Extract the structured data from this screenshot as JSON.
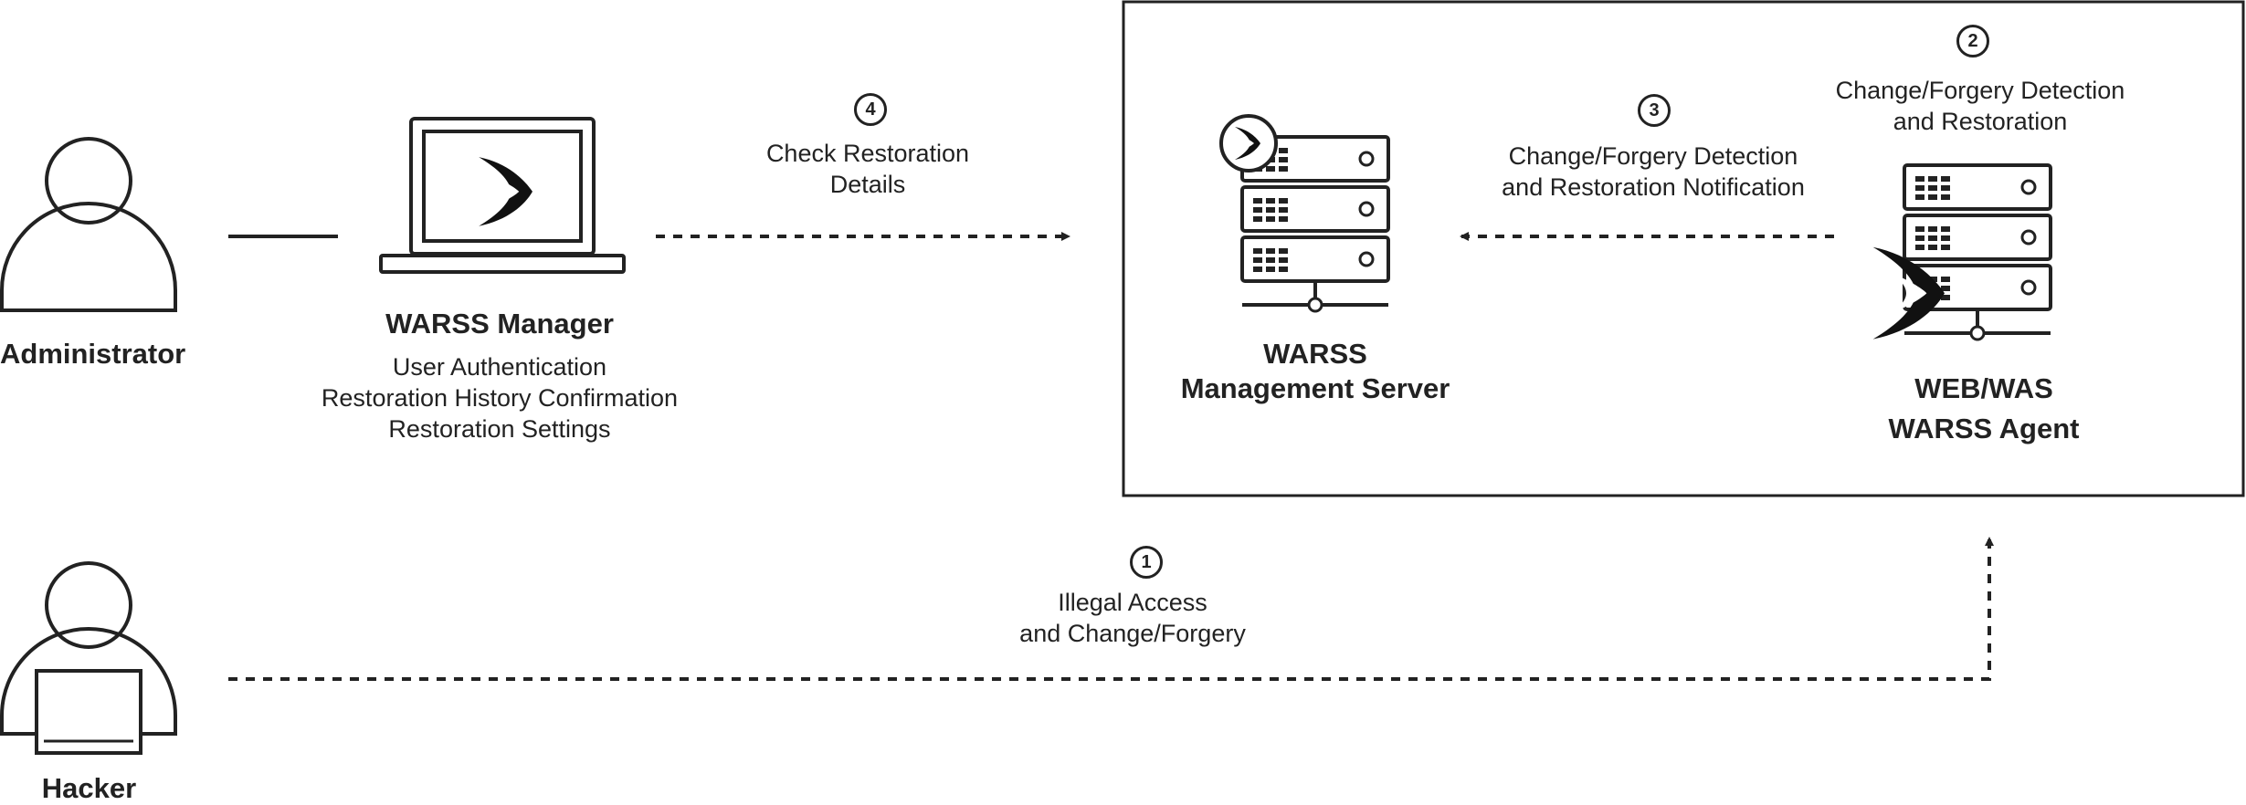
{
  "actors": {
    "administrator": "Administrator",
    "hacker": "Hacker"
  },
  "manager": {
    "title": "WARSS Manager",
    "features": [
      "User Authentication",
      "Restoration History Confirmation",
      "Restoration Settings"
    ]
  },
  "server": {
    "title_line1": "WARSS",
    "title_line2": "Management Server"
  },
  "agent": {
    "title_line1": "WEB/WAS",
    "title_line2": "WARSS Agent"
  },
  "steps": [
    {
      "number": "1",
      "line1": "Illegal Access",
      "line2": "and Change/Forgery"
    },
    {
      "number": "2",
      "line1": "Change/Forgery Detection",
      "line2": "and Restoration"
    },
    {
      "number": "3",
      "line1": "Change/Forgery Detection",
      "line2": "and Restoration Notification"
    },
    {
      "number": "4",
      "line1": "Check Restoration",
      "line2": "Details"
    }
  ]
}
